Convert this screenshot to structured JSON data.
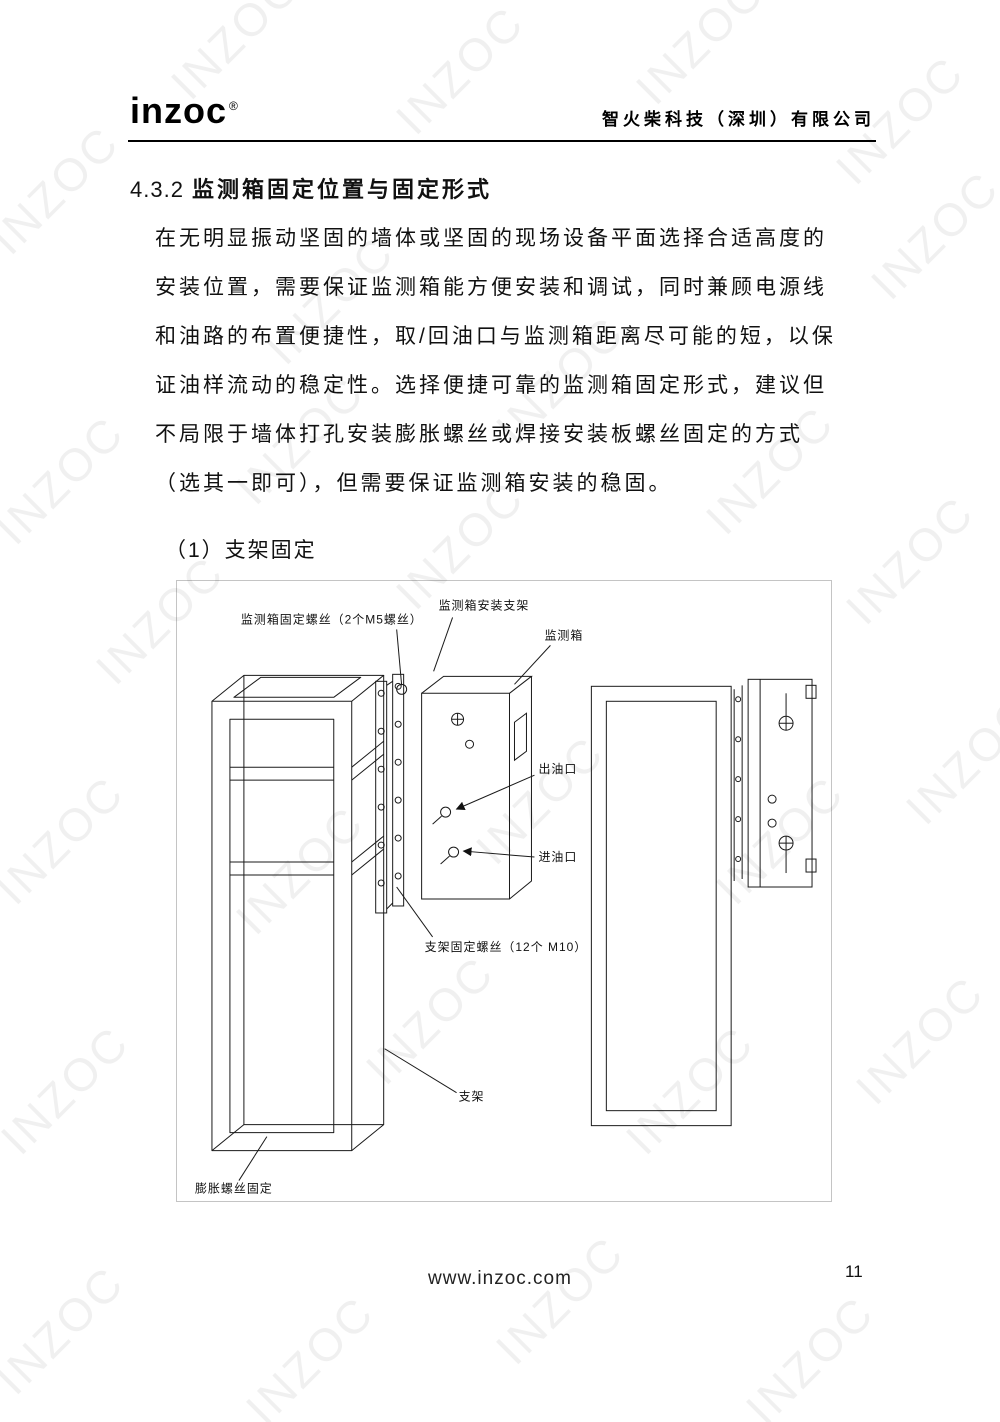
{
  "watermark": {
    "text": "INZOC"
  },
  "header": {
    "logo_text": "inzoc",
    "logo_reg": "®",
    "company": "智火柴科技（深圳）有限公司"
  },
  "section": {
    "number": "4.3.2",
    "title": "监测箱固定位置与固定形式"
  },
  "paragraph": {
    "lines": [
      "在无明显振动坚固的墙体或坚固的现场设备平面选择合适高度的",
      "安装位置，需要保证监测箱能方便安装和调试，同时兼顾电源线",
      "和油路的布置便捷性，取/回油口与监测箱距离尽可能的短，以保",
      "证油样流动的稳定性。选择便捷可靠的监测箱固定形式，建议但",
      "不局限于墙体打孔安装膨胀螺丝或焊接安装板螺丝固定的方式",
      "（选其一即可），但需要保证监测箱安装的稳固。"
    ]
  },
  "list_item": "（1）支架固定",
  "diagram": {
    "labels": {
      "box_fixing_screws": "监测箱固定螺丝（2个M5螺丝）",
      "mounting_bracket": "监测箱安装支架",
      "monitor_box": "监测箱",
      "oil_outlet": "出油口",
      "oil_inlet": "进油口",
      "bracket_fixing_screws": "支架固定螺丝（12个 M10）",
      "bracket": "支架",
      "expansion_screw": "膨胀螺丝固定"
    }
  },
  "footer": {
    "website": "www.inzoc.com",
    "page_number": "11"
  }
}
